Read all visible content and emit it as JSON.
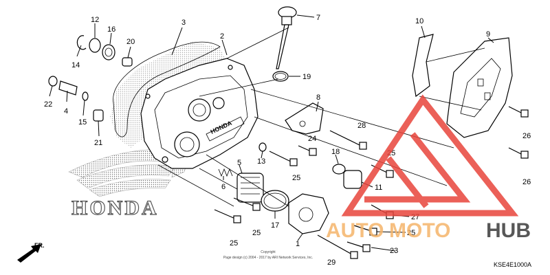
{
  "diagram": {
    "callouts": [
      {
        "id": "c1",
        "text": "1"
      },
      {
        "id": "c2",
        "text": "2"
      },
      {
        "id": "c3",
        "text": "3"
      },
      {
        "id": "c4",
        "text": "4"
      },
      {
        "id": "c5",
        "text": "5"
      },
      {
        "id": "c6",
        "text": "6"
      },
      {
        "id": "c7",
        "text": "7"
      },
      {
        "id": "c8",
        "text": "8"
      },
      {
        "id": "c9",
        "text": "9"
      },
      {
        "id": "c10",
        "text": "10"
      },
      {
        "id": "c11",
        "text": "11"
      },
      {
        "id": "c12",
        "text": "12"
      },
      {
        "id": "c13",
        "text": "13"
      },
      {
        "id": "c14",
        "text": "14"
      },
      {
        "id": "c15",
        "text": "15"
      },
      {
        "id": "c16",
        "text": "16"
      },
      {
        "id": "c17",
        "text": "17"
      },
      {
        "id": "c18",
        "text": "18"
      },
      {
        "id": "c19",
        "text": "19"
      },
      {
        "id": "c20",
        "text": "20"
      },
      {
        "id": "c21",
        "text": "21"
      },
      {
        "id": "c22",
        "text": "22"
      },
      {
        "id": "c23",
        "text": "23"
      },
      {
        "id": "c24",
        "text": "24"
      },
      {
        "id": "c25a",
        "text": "25"
      },
      {
        "id": "c25b",
        "text": "25"
      },
      {
        "id": "c25c",
        "text": "25"
      },
      {
        "id": "c25d",
        "text": "25"
      },
      {
        "id": "c25e",
        "text": "25"
      },
      {
        "id": "c26a",
        "text": "26"
      },
      {
        "id": "c26b",
        "text": "26"
      },
      {
        "id": "c27",
        "text": "27"
      },
      {
        "id": "c28",
        "text": "28"
      },
      {
        "id": "c29",
        "text": "29"
      }
    ],
    "front_indicator": "FR.",
    "brand_logo_text": "HONDA",
    "cover_logo_text": "HONDA",
    "copyright_line1": "Copyright",
    "copyright_line2": "Page design (c) 2004 - 2017 by ARI Network Services, Inc.",
    "diagram_code": "KSE4E1000A"
  },
  "watermark": {
    "part1": "AUTO",
    "part2": "MOTO",
    "part3": "HUB",
    "triangle_color": "#e8453c",
    "orange_color": "#f5b46a",
    "dark_color": "#3a3a3a"
  }
}
